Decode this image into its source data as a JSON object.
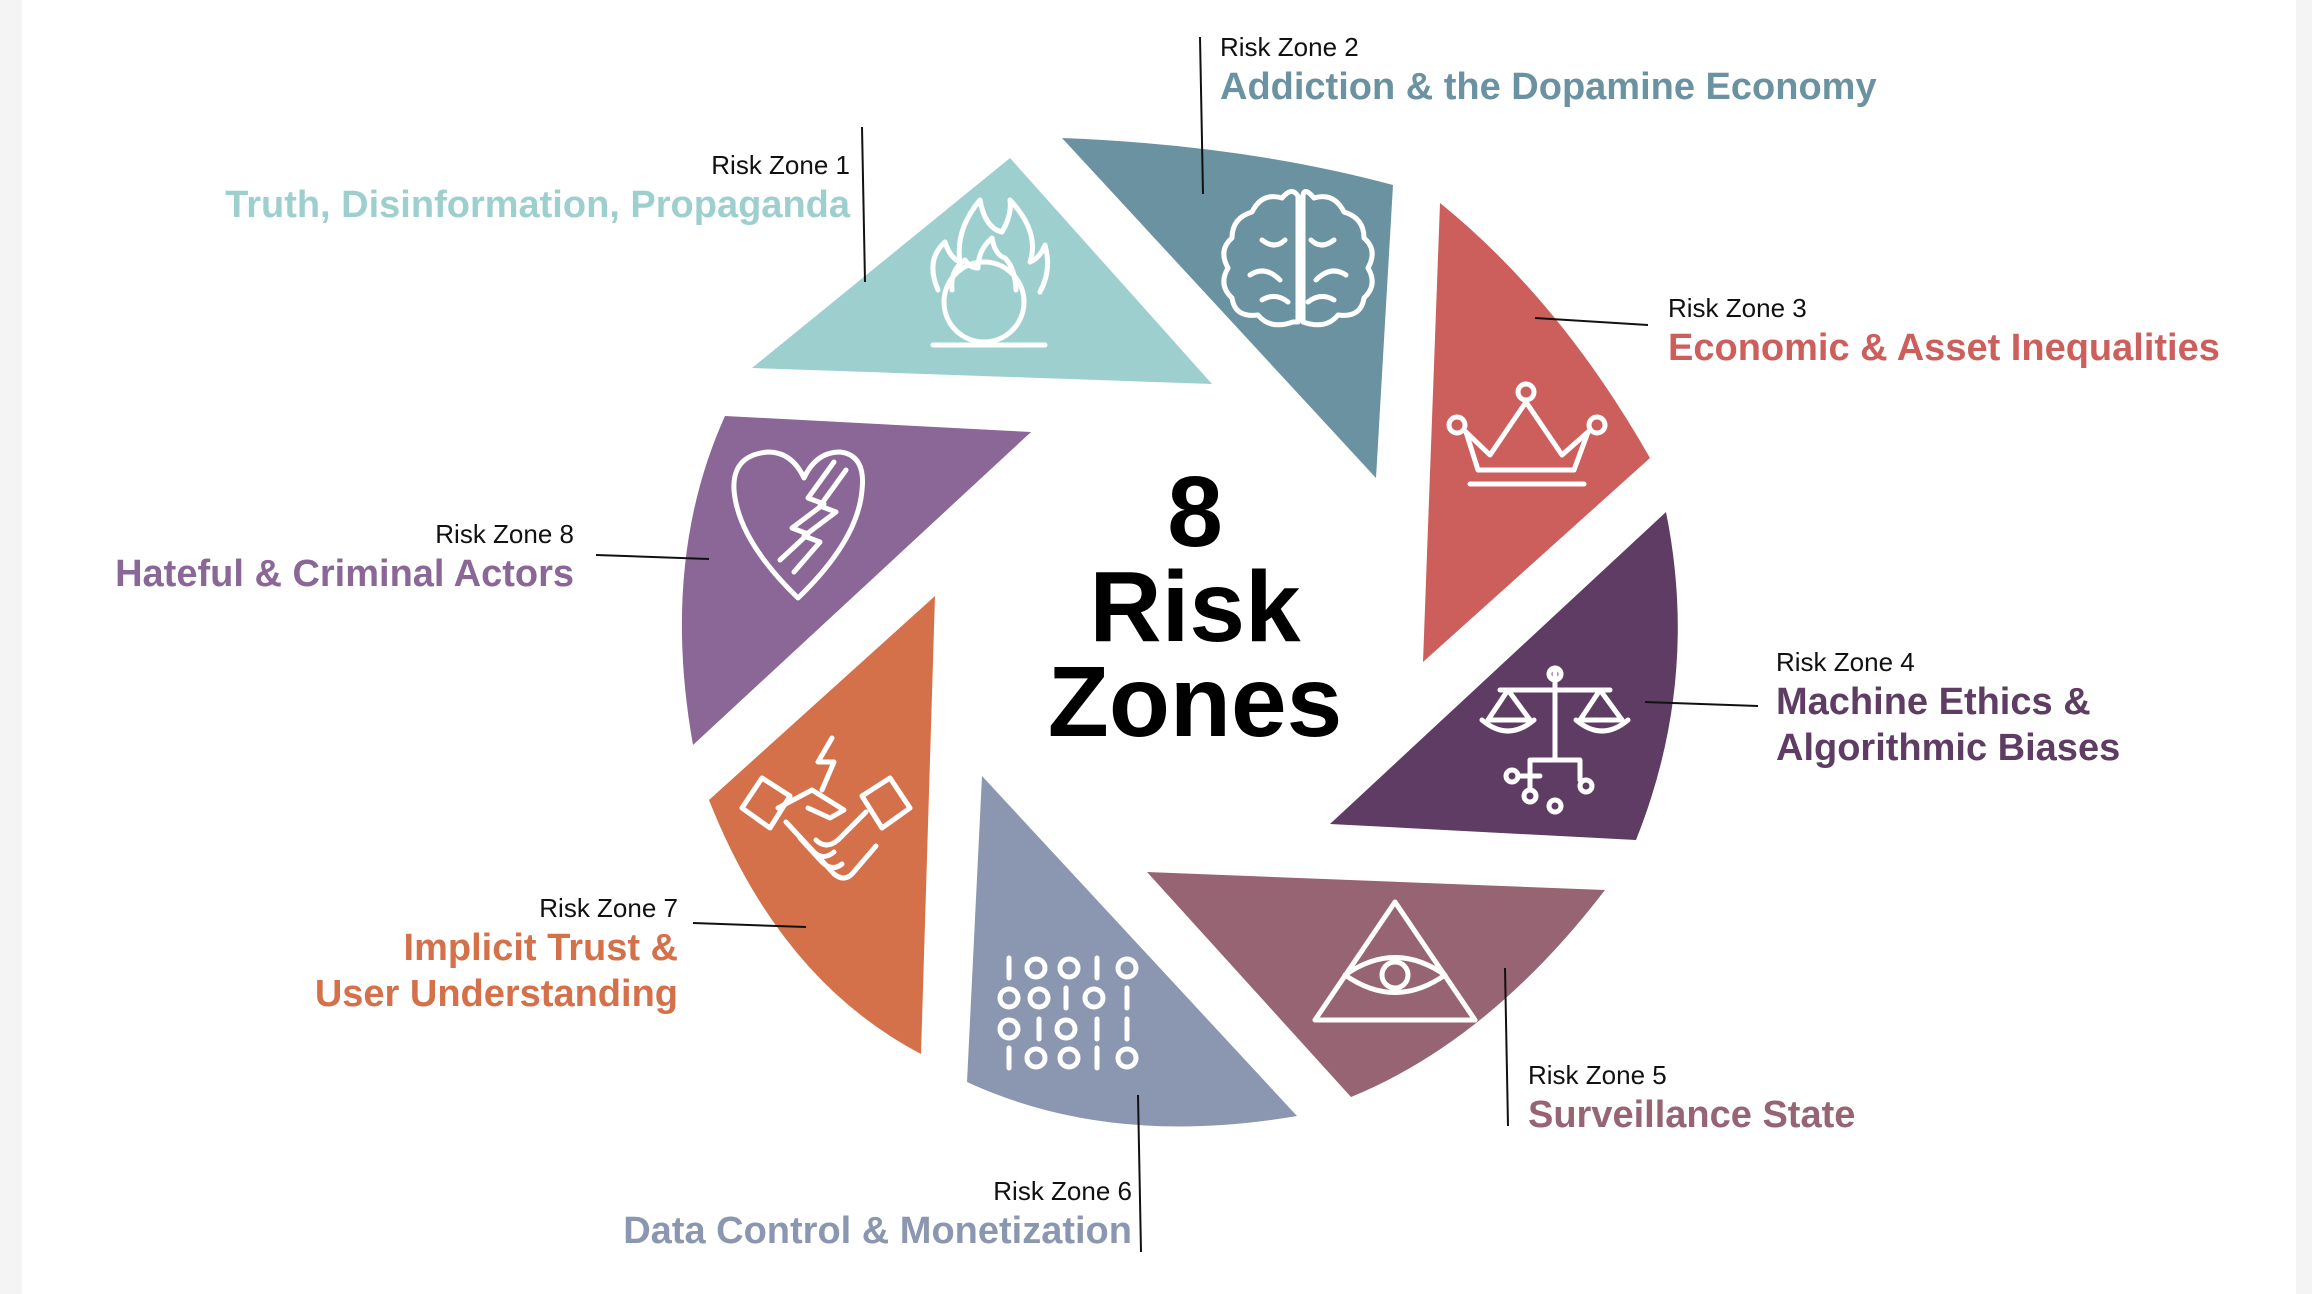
{
  "center": {
    "line1": "8",
    "line2": "Risk",
    "line3": "Zones"
  },
  "zones": [
    {
      "num": "Risk Zone 1",
      "title_lines": [
        "Truth, Disinformation, Propaganda"
      ],
      "color": "#9ecfcf",
      "icon": "burning-globe-icon"
    },
    {
      "num": "Risk Zone 2",
      "title_lines": [
        "Addiction & the Dopamine Economy"
      ],
      "color": "#6a92a1",
      "icon": "brain-icon"
    },
    {
      "num": "Risk Zone 3",
      "title_lines": [
        "Economic & Asset Inequalities"
      ],
      "color": "#cc5f5c",
      "icon": "crown-icon"
    },
    {
      "num": "Risk Zone 4",
      "title_lines": [
        "Machine Ethics &",
        "Algorithmic Biases"
      ],
      "color": "#5f3c63",
      "icon": "scales-circuit-icon"
    },
    {
      "num": "Risk Zone 5",
      "title_lines": [
        "Surveillance State"
      ],
      "color": "#976474",
      "icon": "eye-pyramid-icon"
    },
    {
      "num": "Risk Zone 6",
      "title_lines": [
        "Data Control & Monetization"
      ],
      "color": "#8b97b0",
      "icon": "binary-code-icon"
    },
    {
      "num": "Risk Zone 7",
      "title_lines": [
        "Implicit Trust &",
        "User Understanding"
      ],
      "color": "#d4714b",
      "icon": "handshake-lightning-icon"
    },
    {
      "num": "Risk Zone 8",
      "title_lines": [
        "Hateful & Criminal Actors"
      ],
      "color": "#8a6796",
      "icon": "broken-heart-icon"
    }
  ]
}
